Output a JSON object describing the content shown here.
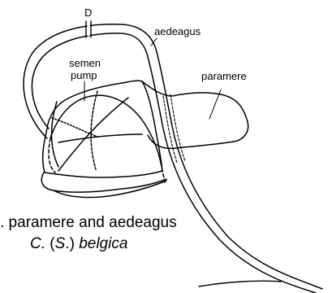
{
  "labels": {
    "d_marker": "D",
    "aedeagus": "aedeagus",
    "semen_pump_line1": "semen",
    "semen_pump_line2": "pump",
    "paramere": "paramere"
  },
  "caption": {
    "line1": ". paramere and aedeagus",
    "line2_genus": "C.",
    "line2_subgenus": "(S.)",
    "line2_species": "belgica"
  }
}
